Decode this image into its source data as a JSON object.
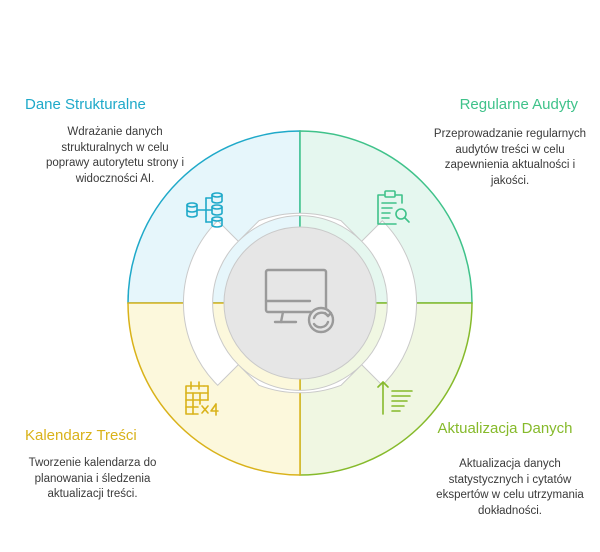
{
  "sections": {
    "top_left": {
      "title": "Dane Strukturalne",
      "description": "Wdrażanie danych strukturalnych w celu poprawy autorytetu strony i widoczności AI.",
      "icon": "database-structure-icon",
      "color": "#1fa9c9"
    },
    "top_right": {
      "title": "Regularne Audyty",
      "description": "Przeprowadzanie regularnych audytów treści w celu zapewnienia aktualności i jakości.",
      "icon": "clipboard-search-icon",
      "color": "#3fc28a"
    },
    "bottom_right": {
      "title": "Aktualizacja Danych",
      "description": "Aktualizacja danych statystycznych i cytatów ekspertów w celu utrzymania dokładności.",
      "icon": "sort-ascending-icon",
      "color": "#86ba2b"
    },
    "bottom_left": {
      "title": "Kalendarz Treści",
      "description": "Tworzenie kalendarza do planowania i śledzenia aktualizacji treści.",
      "icon": "calendar-grid-icon",
      "color": "#d9b21a"
    }
  },
  "center": {
    "icon": "monitor-refresh-icon"
  }
}
